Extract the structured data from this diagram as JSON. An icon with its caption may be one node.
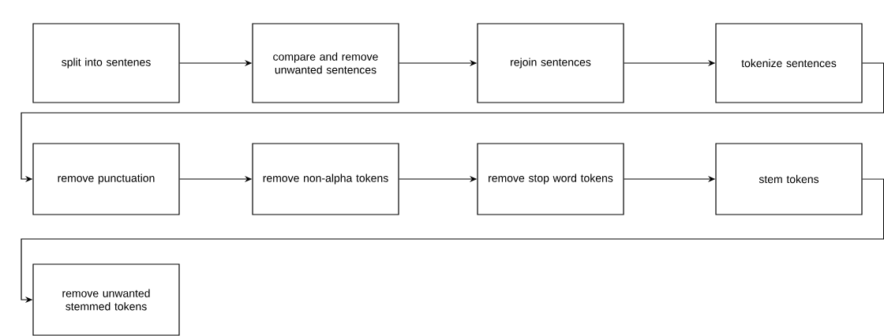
{
  "diagram": {
    "nodes": [
      {
        "text": [
          "split into sentenes"
        ]
      },
      {
        "text": [
          "compare and remove unwanted sentences"
        ]
      },
      {
        "text": [
          "rejoin sentences"
        ]
      },
      {
        "text": [
          "tokenize sentences"
        ]
      },
      {
        "text": [
          "remove punctuation"
        ]
      },
      {
        "text": [
          "remove non-alpha tokens"
        ]
      },
      {
        "text": [
          "remove stop word tokens"
        ]
      },
      {
        "text": [
          "stem tokens"
        ]
      },
      {
        "text": [
          "remove unwanted stemmed tokens"
        ]
      }
    ],
    "edges": [
      {
        "from": 0,
        "to": 1,
        "arrow": "to"
      },
      {
        "from": 1,
        "to": 2,
        "arrow": "to"
      },
      {
        "from": 2,
        "to": 3,
        "arrow": "to"
      },
      {
        "from": 3,
        "to": 4,
        "arrow": "to"
      },
      {
        "from": 4,
        "to": 5,
        "arrow": "to"
      },
      {
        "from": 5,
        "to": 6,
        "arrow": "to"
      },
      {
        "from": 6,
        "to": 7,
        "arrow": "to"
      },
      {
        "from": 7,
        "to": 8,
        "arrow": "to"
      }
    ]
  }
}
